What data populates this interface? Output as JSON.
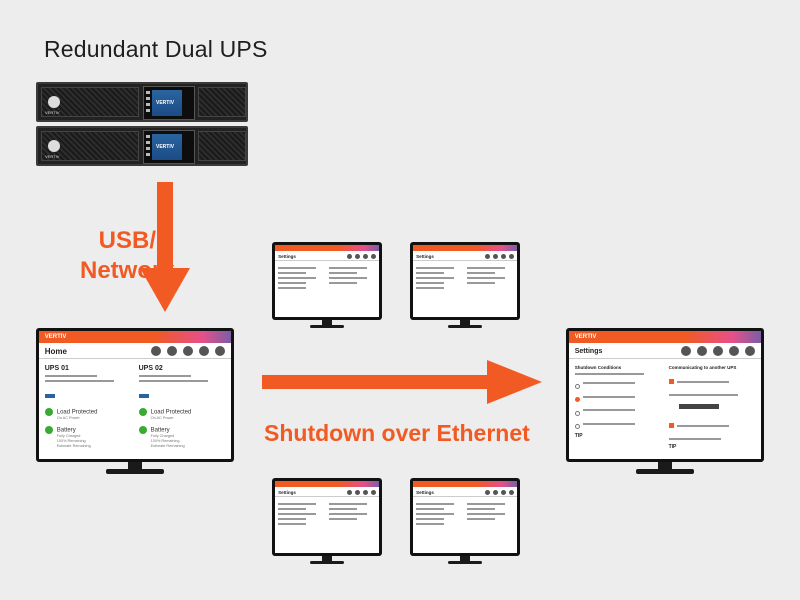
{
  "diagram": {
    "title": "Redundant Dual UPS",
    "link_label_line1": "USB/",
    "link_label_line2": "Network",
    "shutdown_label": "Shutdown over Ethernet"
  },
  "ups_units": [
    {
      "brand": "VERTIV",
      "screen_brand": "VERTIV"
    },
    {
      "brand": "VERTIV",
      "screen_brand": "VERTIV"
    }
  ],
  "home_screen": {
    "topbar": "VERTIV",
    "page_title": "Home",
    "ups": [
      {
        "name": "UPS 01",
        "status": "Load Protected",
        "status_sub": "On AC Power",
        "battery": "Battery",
        "battery_lines": [
          "Fully Charged",
          "100% Remaining",
          "Estimate Remaining"
        ]
      },
      {
        "name": "UPS 02",
        "status": "Load Protected",
        "status_sub": "On AC Power",
        "battery": "Battery",
        "battery_lines": [
          "Fully Charged",
          "100% Remaining",
          "Estimate Remaining"
        ]
      }
    ]
  },
  "settings_screen": {
    "topbar": "VERTIV",
    "page_title": "Settings",
    "left_heading": "Shutdown Conditions",
    "right_heading": "Communicating to another UPS",
    "tip": "TIP"
  },
  "colors": {
    "accent": "#f15a22",
    "ok": "#3aaa35",
    "lcd": "#2a64a0"
  }
}
